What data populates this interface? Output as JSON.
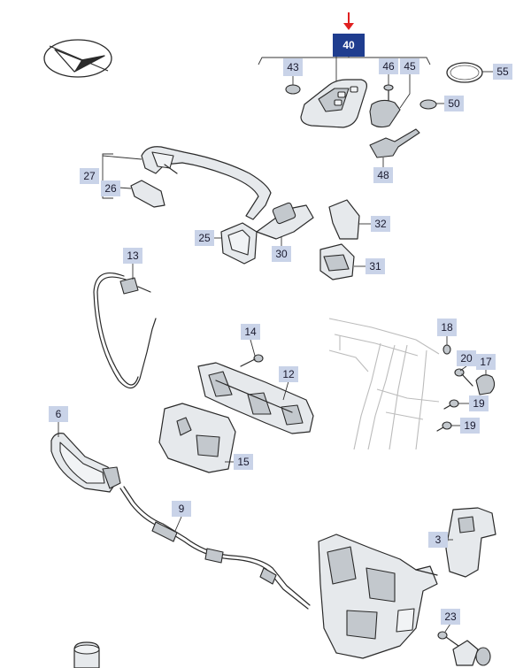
{
  "diagram": {
    "colors": {
      "callout_fill": "#c9d3e8",
      "main_callout_fill": "#1f3d8f",
      "arrow": "#e02020"
    },
    "compass_icon": "navigation-arrow-icon",
    "main_callout": {
      "label": "40"
    },
    "callouts": [
      {
        "id": "43",
        "label": "43"
      },
      {
        "id": "46",
        "label": "46"
      },
      {
        "id": "45",
        "label": "45"
      },
      {
        "id": "55",
        "label": "55"
      },
      {
        "id": "50",
        "label": "50"
      },
      {
        "id": "48",
        "label": "48"
      },
      {
        "id": "27",
        "label": "27"
      },
      {
        "id": "26",
        "label": "26"
      },
      {
        "id": "32",
        "label": "32"
      },
      {
        "id": "25",
        "label": "25"
      },
      {
        "id": "30",
        "label": "30"
      },
      {
        "id": "31",
        "label": "31"
      },
      {
        "id": "13",
        "label": "13"
      },
      {
        "id": "18",
        "label": "18"
      },
      {
        "id": "14",
        "label": "14"
      },
      {
        "id": "20",
        "label": "20"
      },
      {
        "id": "17",
        "label": "17"
      },
      {
        "id": "12",
        "label": "12"
      },
      {
        "id": "19a",
        "label": "19"
      },
      {
        "id": "19b",
        "label": "19"
      },
      {
        "id": "6",
        "label": "6"
      },
      {
        "id": "15",
        "label": "15"
      },
      {
        "id": "9",
        "label": "9"
      },
      {
        "id": "3",
        "label": "3"
      },
      {
        "id": "23",
        "label": "23"
      }
    ]
  }
}
